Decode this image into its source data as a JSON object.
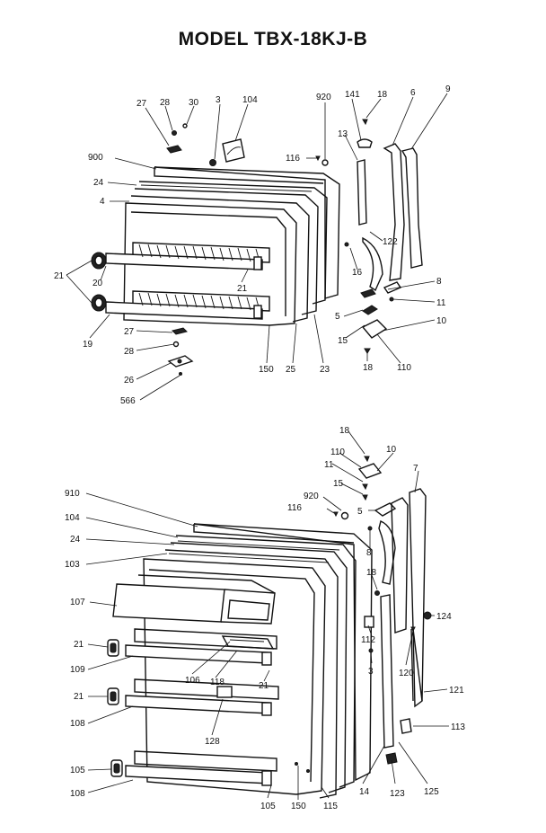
{
  "title": "MODEL TBX-18KJ-B",
  "labels_top": {
    "l27": "27",
    "l28": "28",
    "l30": "30",
    "l3": "3",
    "l104": "104",
    "l920": "920",
    "l141": "141",
    "l18": "18",
    "l6": "6",
    "l9": "9",
    "l900": "900",
    "l116": "116",
    "l13": "13",
    "l24": "24",
    "l4": "4",
    "l122": "122",
    "l16": "16",
    "l21a": "21",
    "l20": "20",
    "l21b": "21",
    "l19": "19",
    "l8": "8",
    "l11": "11",
    "l5": "5",
    "l10": "10",
    "l15": "15",
    "l18b": "18",
    "l110": "110",
    "l27b": "27",
    "l28b": "28",
    "l26": "26",
    "l566": "566",
    "l150": "150",
    "l25": "25",
    "l23": "23"
  },
  "labels_bottom": {
    "l18": "18",
    "l110": "110",
    "l10": "10",
    "l11": "11",
    "l7": "7",
    "l15": "15",
    "l920": "920",
    "l116": "116",
    "l5": "5",
    "l910": "910",
    "l104": "104",
    "l8": "8",
    "l24": "24",
    "l103": "103",
    "l18b": "18",
    "l107": "107",
    "l124": "124",
    "l112": "112",
    "l21a": "21",
    "l106": "106",
    "l118": "118",
    "l3": "3",
    "l120": "120",
    "l109": "109",
    "l21b": "21",
    "l21c": "21",
    "l121": "121",
    "l128": "128",
    "l108a": "108",
    "l113": "113",
    "l105a": "105",
    "l108b": "108",
    "l105b": "105",
    "l150": "150",
    "l115": "115",
    "l14": "14",
    "l123": "123",
    "l125": "125"
  }
}
